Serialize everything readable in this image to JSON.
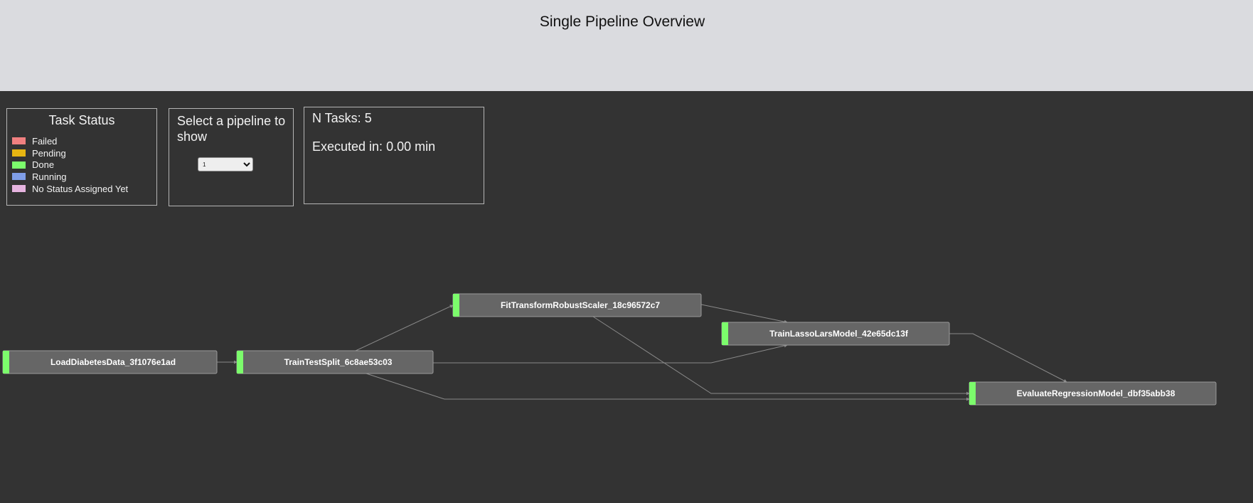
{
  "header": {
    "title": "Single Pipeline Overview"
  },
  "legend": {
    "title": "Task Status",
    "items": [
      {
        "label": "Failed",
        "color": "#f08080"
      },
      {
        "label": "Pending",
        "color": "#e6b512"
      },
      {
        "label": "Done",
        "color": "#7cfc6c"
      },
      {
        "label": "Running",
        "color": "#7f9ee8"
      },
      {
        "label": "No Status Assigned Yet",
        "color": "#e6b4e0"
      }
    ]
  },
  "pipeline_selector": {
    "title": "Select a pipeline to show",
    "selected": "1"
  },
  "stats": {
    "n_tasks": "N Tasks: 5",
    "executed": "Executed in: 0.00 min"
  },
  "graph": {
    "status_color": "#7cfc6c",
    "nodes": [
      {
        "id": "load",
        "label": "LoadDiabetesData_3f1076e1ad",
        "status": "Done"
      },
      {
        "id": "split",
        "label": "TrainTestSplit_6c8ae53c03",
        "status": "Done"
      },
      {
        "id": "scaler",
        "label": "FitTransformRobustScaler_18c96572c7",
        "status": "Done"
      },
      {
        "id": "lasso",
        "label": "TrainLassoLarsModel_42e65dc13f",
        "status": "Done"
      },
      {
        "id": "eval",
        "label": "EvaluateRegressionModel_dbf35abb38",
        "status": "Done"
      }
    ],
    "edges": [
      {
        "from": "load",
        "to": "split"
      },
      {
        "from": "split",
        "to": "scaler"
      },
      {
        "from": "split",
        "to": "lasso"
      },
      {
        "from": "split",
        "to": "eval"
      },
      {
        "from": "scaler",
        "to": "lasso"
      },
      {
        "from": "scaler",
        "to": "eval"
      },
      {
        "from": "lasso",
        "to": "eval"
      }
    ]
  }
}
